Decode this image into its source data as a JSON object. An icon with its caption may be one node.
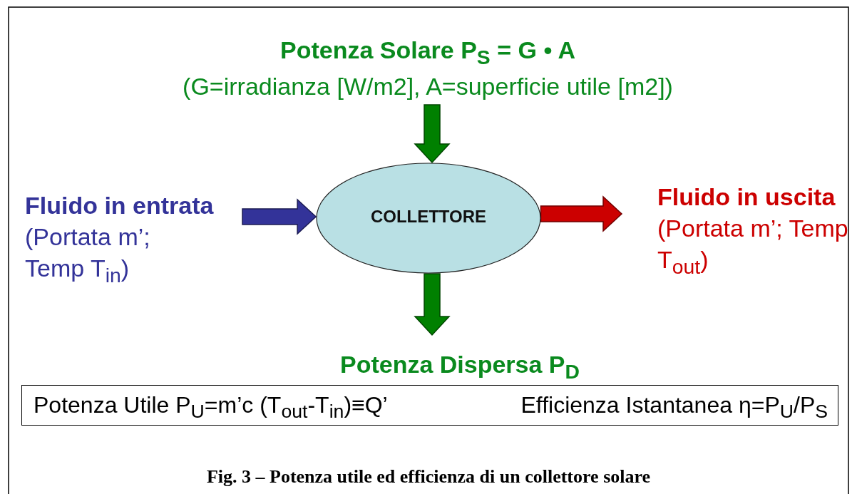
{
  "diagram": {
    "caption": "Fig. 3 – Potenza utile ed efficienza di un collettore solare",
    "nodes": [
      {
        "text": [
          "Potenza Solare P$_{S}$ = G • A",
          "(G=irradianza [W/m2], A=superficie utile [m2])"
        ]
      },
      {
        "text": [
          "Fluido in entrata",
          "(Portata m’; Temp T$_{in}$)"
        ]
      },
      {
        "text": [
          "COLLETTORE"
        ]
      },
      {
        "text": [
          "Fluido in uscita",
          "(Portata m’; Temp T$_{out}$)"
        ]
      },
      {
        "text": [
          "Potenza Dispersa P$_{D}$"
        ]
      },
      {
        "text": [
          "Potenza Utile P$_{U}$=m’c (T$_{out}$-T$_{in}$)≡Q’",
          "Efficienza Istantanea η=P$_{U}$/P$_{S}$"
        ]
      }
    ],
    "edges": [
      {
        "from": 0,
        "to": 2,
        "arrow": "to",
        "style": "thick",
        "color": "#008000"
      },
      {
        "from": 1,
        "to": 2,
        "arrow": "to",
        "style": "thick",
        "color": "#333399"
      },
      {
        "from": 2,
        "to": 3,
        "arrow": "to",
        "style": "thick",
        "color": "#cc0000"
      },
      {
        "from": 2,
        "to": 4,
        "arrow": "to",
        "style": "thick",
        "color": "#008000"
      }
    ]
  }
}
